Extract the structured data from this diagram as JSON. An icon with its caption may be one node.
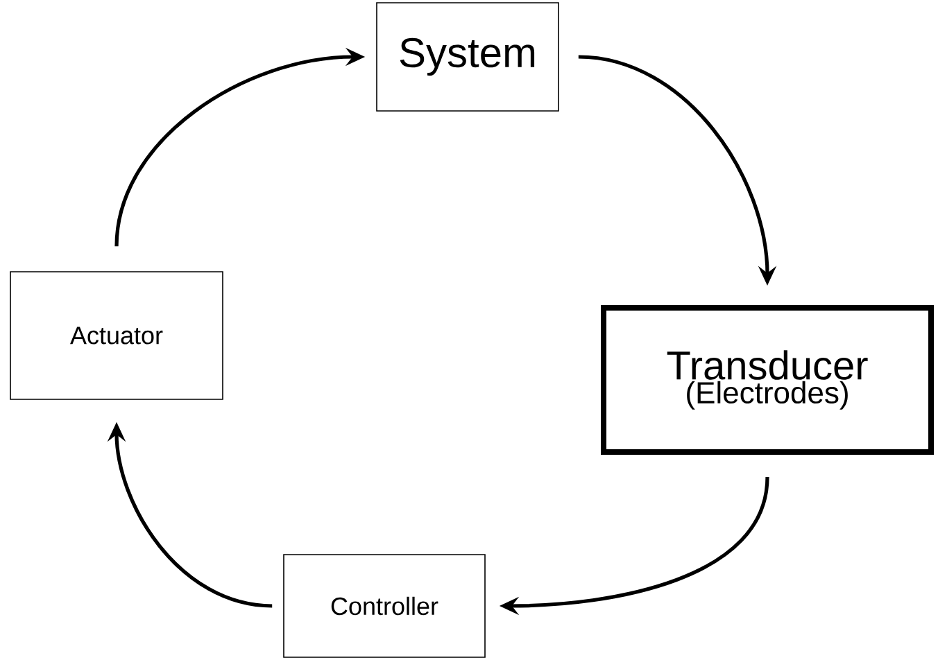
{
  "diagram": {
    "nodes": [
      {
        "text": [
          "System"
        ]
      },
      {
        "text": [
          "Transducer",
          "(Electrodes)"
        ]
      },
      {
        "text": [
          "Controller"
        ]
      },
      {
        "text": [
          "Actuator"
        ]
      }
    ],
    "edges": [
      {
        "from": 3,
        "to": 0,
        "arrow": "to"
      },
      {
        "from": 0,
        "to": 1,
        "arrow": "to"
      },
      {
        "from": 1,
        "to": 2,
        "arrow": "to"
      },
      {
        "from": 2,
        "to": 3,
        "arrow": "to"
      }
    ]
  }
}
